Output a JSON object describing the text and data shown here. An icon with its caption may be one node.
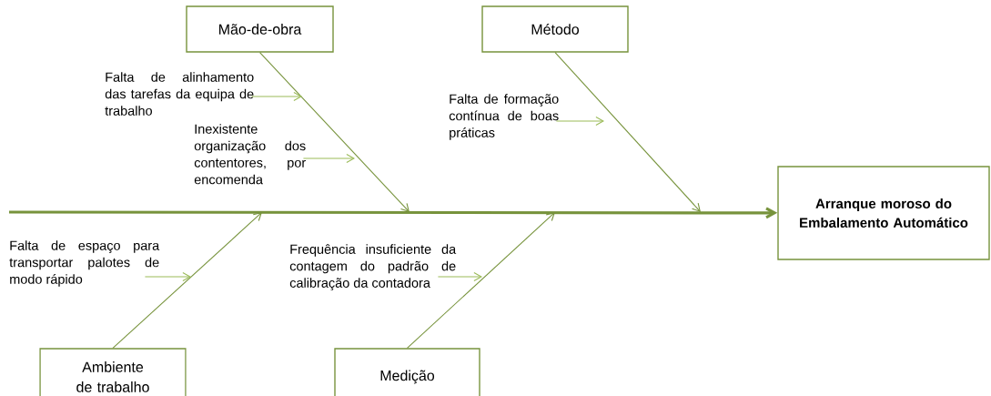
{
  "diagram": {
    "nodes": [
      {
        "text": [
          "Mão-de-obra"
        ]
      },
      {
        "text": [
          "Método"
        ]
      },
      {
        "text": [
          "Arranque moroso do Embalamento Automático"
        ]
      },
      {
        "text": [
          "Ambiente de trabalho"
        ]
      },
      {
        "text": [
          "Medição"
        ]
      },
      {
        "text": [
          "Falta de alinhamento das tarefas da equipa de trabalho"
        ]
      },
      {
        "text": [
          "Inexistente organização dos contentores, por encomenda"
        ]
      },
      {
        "text": [
          "Falta de formação contínua de boas práticas"
        ]
      },
      {
        "text": [
          "Falta de espaço para transportar palotes de modo rápido"
        ]
      },
      {
        "text": [
          "Frequência insuficiente da contagem do padrão de calibração da contadora"
        ]
      }
    ],
    "edges": [
      {
        "from": null,
        "to": 2,
        "arrow": "to",
        "style": "thick"
      },
      {
        "from": 0,
        "to": null,
        "arrow": "to"
      },
      {
        "from": 1,
        "to": null,
        "arrow": "to"
      },
      {
        "from": 3,
        "to": null,
        "arrow": "to"
      },
      {
        "from": 4,
        "to": null,
        "arrow": "to"
      },
      {
        "from": 5,
        "to": null,
        "arrow": "to",
        "color": "#9bbb59"
      },
      {
        "from": 6,
        "to": null,
        "arrow": "to",
        "color": "#9bbb59"
      },
      {
        "from": 7,
        "to": null,
        "arrow": "to",
        "color": "#9bbb59"
      },
      {
        "from": 8,
        "to": null,
        "arrow": "to",
        "color": "#9bbb59"
      },
      {
        "from": 9,
        "to": null,
        "arrow": "to",
        "color": "#9bbb59"
      }
    ]
  }
}
